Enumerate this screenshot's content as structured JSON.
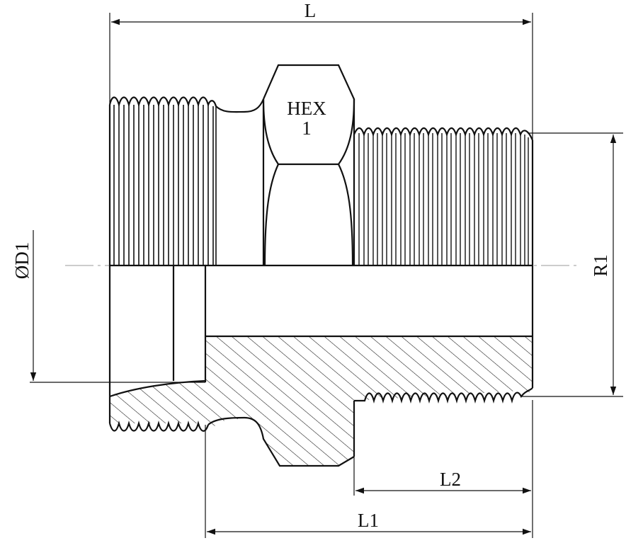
{
  "drawing": {
    "hex_label_line1": "HEX",
    "hex_label_line2": "1",
    "dimensions": {
      "overall_length": "L",
      "length_1": "L1",
      "length_2": "L2",
      "diameter_1": "ØD1",
      "thread_1": "R1"
    },
    "line_color": "#111111",
    "background_color": "#ffffff"
  }
}
